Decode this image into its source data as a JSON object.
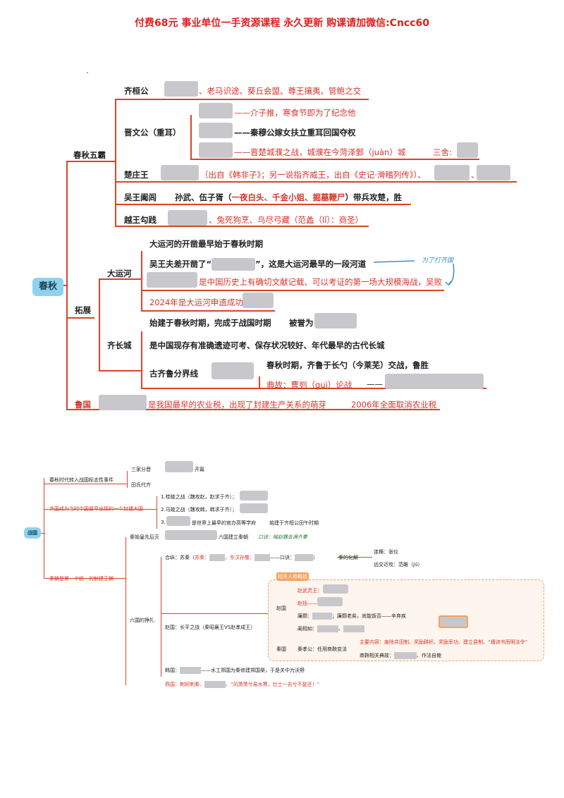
{
  "banner": "付费68元 事业单位一手资源课程 永久更新 购课请加微信:Cncc60",
  "map1": {
    "root": "春秋",
    "wuba": {
      "label": "春秋五霸",
      "qi": {
        "name": "齐桓公",
        "text": "、老马识途、葵丘会盟、尊王攘夷、管鲍之交"
      },
      "jin": {
        "name": "晋文公（重耳）",
        "items": [
          "——介子推，寒食节即为了纪念他",
          "——秦穆公嫁女扶立重耳回国夺权",
          "——晋楚城濮之战，城濮在今菏泽鄄（juàn）城"
        ],
        "sanshe": "三舍:"
      },
      "chu": {
        "name": "楚庄王",
        "text": "（出自《韩非子》；另一说指齐威王，出自《史记·滑稽列传》）、",
        "sep": "、"
      },
      "wu": {
        "name": "吴王阖闾",
        "text1": "孙武、伍子胥（",
        "text2": "一夜白头、千金小姐、掘墓鞭尸",
        "text3": "）带兵攻楚，胜"
      },
      "yue": {
        "name": "越王勾践",
        "text": "、兔死狗烹、鸟尽弓藏（范蠡（lǐ）：商圣）"
      }
    },
    "tuozhan": {
      "label": "拓展",
      "dyh": {
        "label": "大运河",
        "i1": "大运河的开凿最早始于春秋时期",
        "i2a": "吴王夫差开凿了“",
        "i2b": "”，这是大运河最早的一段河道",
        "note": "为了打齐国",
        "i3": "是中国历史上有确切文献记载、可以考证的第一场大规模海战，吴败",
        "i4": "2024年是大运河申遗成功"
      },
      "qcc": {
        "label": "齐长城",
        "i1": "始建于春秋时期，完成于战国时期",
        "i1b": "被誉为",
        "i2": "是中国现存有准确遗迹可考、保存状况较好、年代最早的古代长城",
        "gu": "古齐鲁分界线",
        "g1": "春秋时期，齐鲁于长勺（今莱芜）交战，鲁胜",
        "g2": "典故：曹刿（guì）论战",
        "g2dash": "——"
      }
    },
    "lu": {
      "name": "鲁国",
      "text": "是我国最早的农业税，出现了封建生产关系的萌芽",
      "text2": "2006年全面取消农业税"
    }
  },
  "map2": {
    "root": "战国",
    "b1": {
      "label": "春秋时代转入战国标志性事件",
      "c1": "三家分晋",
      "c1b": "开篇",
      "c2": "田氏代齐"
    },
    "b2": {
      "label": "齐国成为当时中国最早出现的一个封建大国",
      "c1": "1.桂陵之战（魏攻赵，赵求于齐）；",
      "c2": "2.马陵之战（魏攻韩，韩求于齐）；",
      "c3a": "3.",
      "c3b": "是世界上最早的官办高等学府",
      "c3c": "始建于齐桓公田午时期"
    },
    "b3": {
      "label": "秦朝是第一个统一的封建王朝",
      "top": "秦始皇先后灭",
      "top2": "六国建立秦朝",
      "top_note": "口诀：喊赵魏去满齐秦",
      "liu": "六国的挣扎",
      "hz": {
        "a": "合纵：苏秦（",
        "b": "苏秦：",
        "c": "，东汉孙敬：",
        "d": "——口诀：",
        "e": "）",
        "f": "秦的化解"
      },
      "lh": "连横：张仪",
      "yj": "远交近攻：范雎（jū）",
      "rel": "相关人物概括",
      "zhao": {
        "label": "赵国",
        "a": "赵武灵王：",
        "b": "赵括——",
        "c": "廉颇：",
        "c2": "；廉颇老矣，尚能饭否——辛弃疾",
        "d": "蔺相如：",
        "d2": "、"
      },
      "qin": {
        "label": "秦国",
        "a": "秦孝公：任用商鞅变法",
        "b": "主要内容：废除井田制、奖励耕织、奖励军功、建立县制、“燔诗书而明法令”",
        "c": "商鞅相关典故：",
        "c2": "、作法自毙"
      },
      "cp": "赵国：长平之战（秦昭襄王VS赵孝成王）",
      "han": {
        "a": "韩国：",
        "b": "——水工郑国为秦修建郑国渠，于是关中为沃野"
      },
      "yan": {
        "a": "燕国：荆轲刺秦、",
        "b": "、“风萧萧兮易水寒，壮士一去兮不复还！”"
      }
    }
  }
}
